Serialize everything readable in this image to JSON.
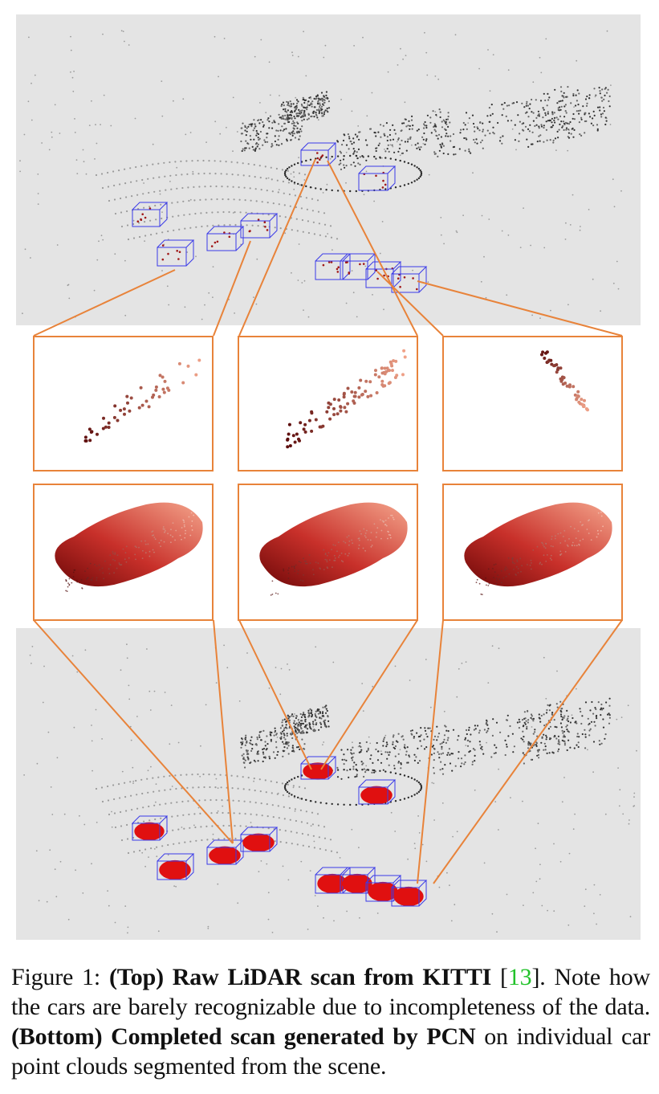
{
  "caption": {
    "figure_label": "Figure 1:",
    "part1_bold": "(Top) Raw LiDAR scan from KITTI",
    "cite_open": " [",
    "cite_ref": "13",
    "cite_close": "].",
    "part2": " Note how the cars are barely recognizable due to incompleteness of the data.",
    "part3_bold": " (Bottom) Completed scan generated by PCN",
    "part4": " on individual car point clouds segmented from the scene."
  },
  "colors": {
    "scene_background": "#e4e4e4",
    "connector": "#e8833a",
    "box_outline": "#3a3ae8",
    "completed_car": "#e01010",
    "point_dark": "#5a0a0a",
    "point_light": "#f2a48a",
    "cite": "#22c22a"
  },
  "figure": {
    "top_panel": "raw-lidar-scan",
    "bottom_panel": "completed-scan",
    "insets_per_row": 3,
    "inset_rows": [
      "partial-point-cloud",
      "completed-point-cloud"
    ]
  }
}
